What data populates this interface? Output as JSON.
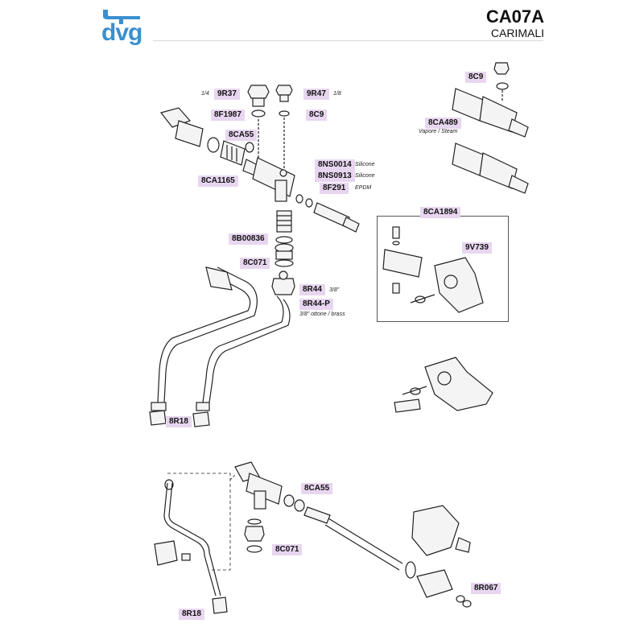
{
  "header": {
    "brand_logo": "dvg",
    "code": "CA07A",
    "manufacturer": "CARIMALI"
  },
  "labels": {
    "l_9r37": "9R37",
    "l_9r47": "9R47",
    "l_8f1987": "8F1987",
    "l_8c9_a": "8C9",
    "l_8ca55_a": "8CA55",
    "l_8ca1165": "8CA1165",
    "l_8ns0014": "8NS0014",
    "l_8ns0913": "8NS0913",
    "l_8f291": "8F291",
    "l_8b00836": "8B00836",
    "l_8c071_a": "8C071",
    "l_8r44": "8R44",
    "l_8r44p": "8R44-P",
    "l_8r18_a": "8R18",
    "l_8c9_b": "8C9",
    "l_8ca489": "8CA489",
    "l_8ca1894": "8CA1894",
    "l_9v739": "9V739",
    "l_8ca55_b": "8CA55",
    "l_8c071_b": "8C071",
    "l_8r067": "8R067",
    "l_8r18_b": "8R18"
  },
  "notes": {
    "n_14": "1/4",
    "n_18": "1/8",
    "n_silicone1": "Silicone",
    "n_silicone2": "Silicone",
    "n_epdm": "EPDM",
    "n_38": "3/8\"",
    "n_38brass": "3/8\" ottone / brass",
    "n_steam": "Vapore / Steam"
  },
  "colors": {
    "accent_blue": "#3a8fd0",
    "label_bg": "#e8d6f0"
  }
}
